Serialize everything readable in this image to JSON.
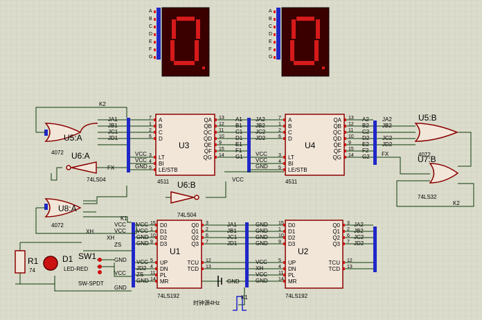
{
  "displays": [
    {
      "id": "disp-left",
      "pins": [
        "A",
        "B",
        "C",
        "D",
        "E",
        "F",
        "G"
      ],
      "digit": "0"
    },
    {
      "id": "disp-right",
      "pins": [
        "A",
        "B",
        "C",
        "D",
        "E",
        "F",
        "G"
      ],
      "digit": "0"
    }
  ],
  "chips": {
    "u3": {
      "name": "U3",
      "type": "4511",
      "left_pins": [
        "A",
        "B",
        "C",
        "D",
        "LT",
        "BI",
        "LE/STB"
      ],
      "right_pins": [
        "QA",
        "QB",
        "QC",
        "QD",
        "QE",
        "QF",
        "QG"
      ],
      "left_nums": [
        "7",
        "1",
        "2",
        "6",
        "3",
        "4",
        "5"
      ],
      "right_nums": [
        "13",
        "12",
        "11",
        "10",
        "9",
        "15",
        "14"
      ]
    },
    "u4": {
      "name": "U4",
      "type": "4511",
      "left_pins": [
        "A",
        "B",
        "C",
        "D",
        "LT",
        "BI",
        "LE/STB"
      ],
      "right_pins": [
        "QA",
        "QB",
        "QC",
        "QD",
        "QE",
        "QF",
        "QG"
      ],
      "left_nums": [
        "7",
        "1",
        "2",
        "6",
        "3",
        "4",
        "5"
      ],
      "right_nums": [
        "13",
        "12",
        "11",
        "10",
        "9",
        "15",
        "14"
      ]
    },
    "u1": {
      "name": "U1",
      "type": "74LS192",
      "left_pins": [
        "D0",
        "D1",
        "D2",
        "D3",
        "UP",
        "DN",
        "PL",
        "MR"
      ],
      "right_pins": [
        "Q0",
        "Q1",
        "Q2",
        "Q3",
        "TCU",
        "TCD"
      ],
      "left_nums": [
        "15",
        "1",
        "10",
        "9",
        "5",
        "4",
        "11",
        "14"
      ],
      "right_nums": [
        "3",
        "2",
        "6",
        "7",
        "12",
        "13"
      ]
    },
    "u2": {
      "name": "U2",
      "type": "74LS192",
      "left_pins": [
        "D0",
        "D1",
        "D2",
        "D3",
        "UP",
        "DN",
        "PL",
        "MR"
      ],
      "right_pins": [
        "Q0",
        "Q1",
        "Q2",
        "Q3",
        "TCU",
        "TCD"
      ],
      "left_nums": [
        "15",
        "1",
        "10",
        "9",
        "5",
        "4",
        "11",
        "14"
      ],
      "right_nums": [
        "3",
        "2",
        "6",
        "7",
        "12",
        "13"
      ]
    }
  },
  "gates": {
    "u5a": {
      "name": "U5:A",
      "type": "4072"
    },
    "u5b": {
      "name": "U5:B",
      "type": "4072"
    },
    "u8a": {
      "name": "U8:A",
      "type": "4072"
    },
    "u6a": {
      "name": "U6:A",
      "type": "74LS04"
    },
    "u6b": {
      "name": "U6:B",
      "type": "74LS04"
    },
    "u7b": {
      "name": "U7:B",
      "type": "74LS32"
    }
  },
  "nets": {
    "u3_in": [
      "JA1",
      "JB1",
      "JC1",
      "JD1"
    ],
    "u3_in2": [
      "VCC",
      "VCC",
      "GND"
    ],
    "u3_out": [
      "A1",
      "B1",
      "C1",
      "D1",
      "E1",
      "F1",
      "G1"
    ],
    "u4_in": [
      "JA2",
      "JB2",
      "JC2",
      "JD2"
    ],
    "u4_in2": [
      "VCC",
      "VCC",
      "GND"
    ],
    "u4_out": [
      "A2",
      "B2",
      "C2",
      "D2",
      "E2",
      "F2",
      "G2"
    ],
    "u1_in": [
      "VCC",
      "VCC",
      "GND",
      "GND"
    ],
    "u1_in2": [
      "VCC",
      "JD2",
      "ZS",
      "GND"
    ],
    "u1_out": [
      "JA1",
      "JB1",
      "JC1",
      "JD1"
    ],
    "u2_in": [
      "GND",
      "GND",
      "GND",
      "GND"
    ],
    "u2_in2": [
      "VCC",
      "XH",
      "VCC",
      "GND"
    ],
    "u2_out": [
      "JA2",
      "JB2",
      "JC2",
      "JD2"
    ],
    "u5a_in": [
      "JA1",
      "JB1",
      "JC1",
      "JD1"
    ],
    "u5b_in": [
      "JA2",
      "JB2",
      "JC2",
      "JD2"
    ],
    "k2": "K2",
    "k1": "K1",
    "fx": "FX",
    "xh": "XH",
    "zs": "ZS",
    "vcc": "VCC",
    "gnd": "GND",
    "left_bus": [
      "VCC",
      "VCC",
      "XH",
      "ZS",
      "GND",
      "VCC",
      "GND"
    ]
  },
  "components": {
    "r1": {
      "name": "R1",
      "value": "74"
    },
    "d1": {
      "name": "D1",
      "value": "LED-RED"
    },
    "sw1": {
      "name": "SW1",
      "value": "SW-SPDT"
    },
    "clock": {
      "label": "时钟源4Hz",
      "name": "K1"
    }
  }
}
